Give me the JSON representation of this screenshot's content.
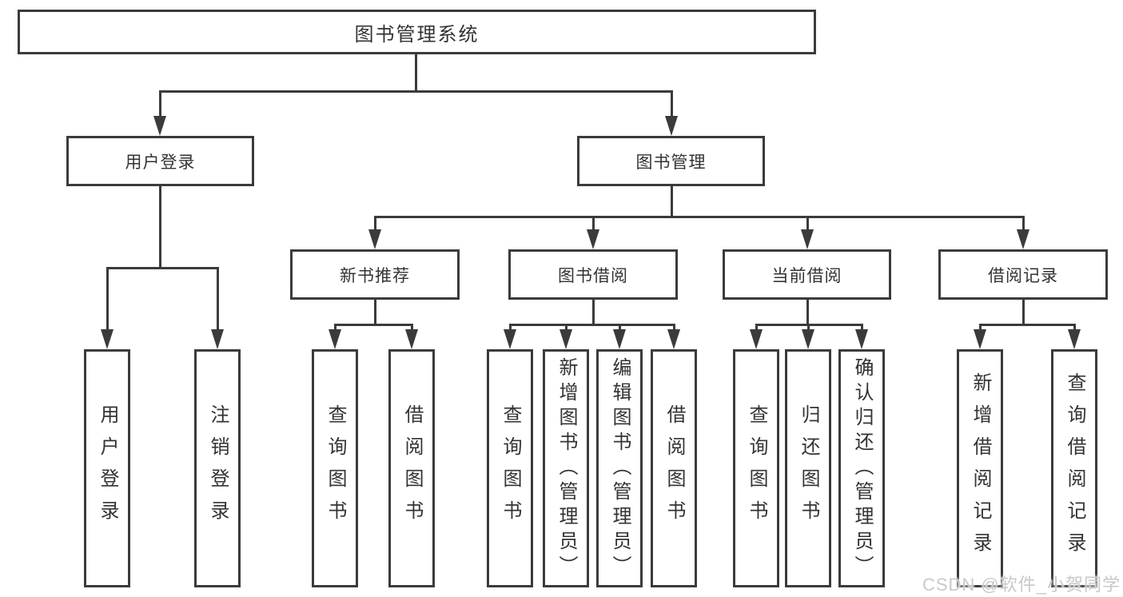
{
  "nodes": {
    "root": "图书管理系统",
    "level2": [
      "用户登录",
      "图书管理"
    ],
    "level3": [
      "新书推荐",
      "图书借阅",
      "当前借阅",
      "借阅记录"
    ],
    "leaves_user_login": [
      "用户登录",
      "注销登录"
    ],
    "leaves_new_book": [
      "查询图书",
      "借阅图书"
    ],
    "leaves_book_borrow": [
      "查询图书",
      "新增图书（管理员）",
      "编辑图书（管理员）",
      "借阅图书"
    ],
    "leaves_current_borrow": [
      "查询图书",
      "归还图书",
      "确认归还（管理员）"
    ],
    "leaves_borrow_record": [
      "新增借阅记录",
      "查询借阅记录"
    ]
  },
  "watermark": "CSDN @软件_小贺同学",
  "colors": {
    "line": "#3b3b3b",
    "text": "#333333",
    "box_background": "#ffffff",
    "watermark": "#c9c9c9"
  }
}
